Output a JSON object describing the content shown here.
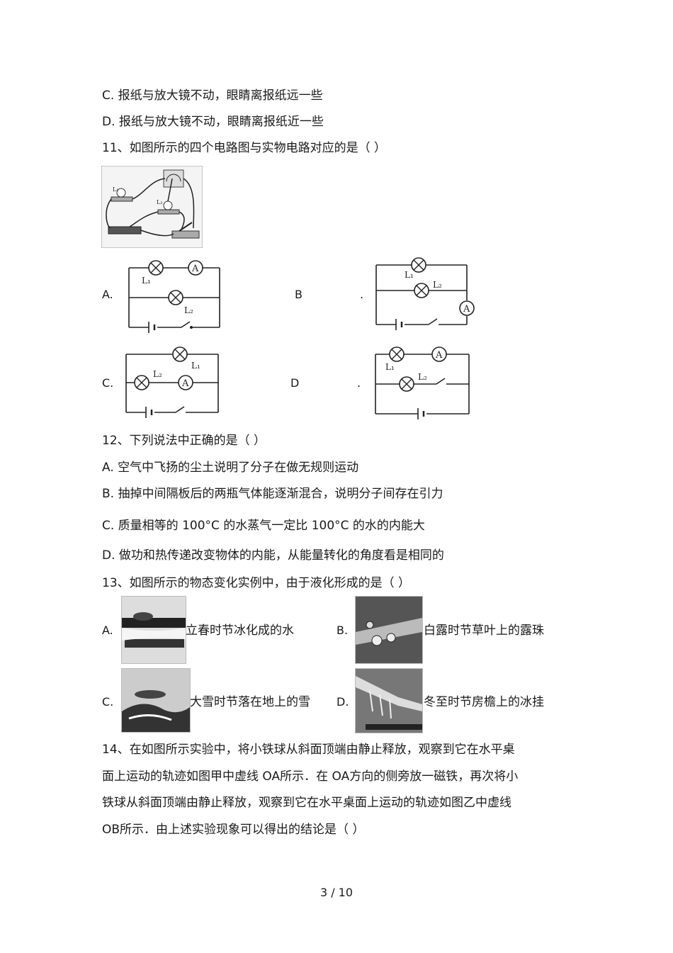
{
  "page": {
    "line_c": "C.  报纸与放大镜不动，眼睛离报纸远一些",
    "line_d": "D.  报纸与放大镜不动，眼睛离报纸近一些",
    "page_number": "3  /  10"
  },
  "q11": {
    "stem": "11、如图所示的四个电路图与实物电路对应的是（              ）",
    "options": {
      "a": "A.",
      "b": "B",
      "b_dot": ".",
      "c": "C.",
      "d": "D",
      "d_dot": "."
    },
    "labels": {
      "l1": "L",
      "l1_sub": "1",
      "l2": "L",
      "l2_sub": "2",
      "ammeter": "A"
    }
  },
  "q12": {
    "stem": "12、下列说法中正确的是（           ）",
    "a": "A.  空气中飞扬的尘土说明了分子在做无规则运动",
    "b": "B.  抽掉中间隔板后的两瓶气体能逐渐混合，说明分子间存在引力",
    "c": "C.  质量相等的  100°C 的水蒸气一定比  100°C 的水的内能大",
    "d": "D.  做功和热传递改变物体的内能，从能量转化的角度看是相同的"
  },
  "q13": {
    "stem": "13、如图所示的物态变化实例中，由于液化形成的是（               ）",
    "a_label": "A.",
    "a_text": "立春时节冰化成的水",
    "b_label": "B.",
    "b_text": "白露时节草叶上的露珠",
    "c_label": "C.",
    "c_text": "大雪时节落在地上的雪",
    "d_label": "D.",
    "d_text": "冬至时节房檐上的冰挂"
  },
  "q14": {
    "line1": "14、在如图所示实验中，将小铁球从斜面顶端由静止释放，观察到它在水平桌",
    "line2": "面上运动的轨迹如图甲中虚线    OA所示．在  OA方向的侧旁放一磁铁，再次将小",
    "line3": "铁球从斜面顶端由静止释放，观察到它在水平桌面上运动的轨迹如图乙中虚线",
    "line4": "OB所示．由上述实验现象可以得出的结论是（            ）"
  }
}
